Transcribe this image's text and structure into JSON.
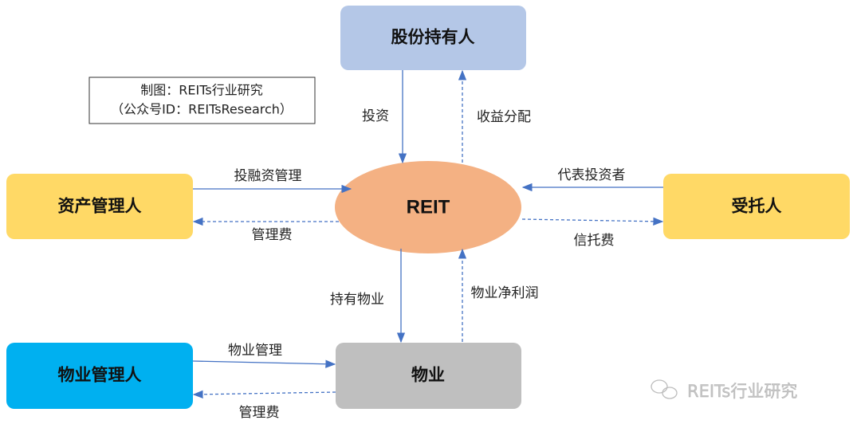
{
  "colors": {
    "shareholders": "#b4c7e7",
    "manager": "#ffd966",
    "reit": "#f4b183",
    "property_manager": "#00b0f0",
    "property": "#bfbfbf",
    "arrow": "#4472c4"
  },
  "nodes": {
    "shareholders": "股份持有人",
    "asset_manager": "资产管理人",
    "reit": "REIT",
    "trustee": "受托人",
    "property_manager": "物业管理人",
    "property": "物业"
  },
  "caption": {
    "line1": "制图：REITs行业研究",
    "line2": "（公众号ID：REITsResearch）"
  },
  "edges": {
    "invest": "投资",
    "distribution": "收益分配",
    "investment_mgmt": "投融资管理",
    "mgmt_fee": "管理费",
    "represent_investors": "代表投资者",
    "trust_fee": "信托费",
    "hold_property": "持有物业",
    "net_profit": "物业净利润",
    "property_mgmt": "物业管理",
    "mgmt_fee_2": "管理费"
  },
  "watermark": "REITs行业研究"
}
